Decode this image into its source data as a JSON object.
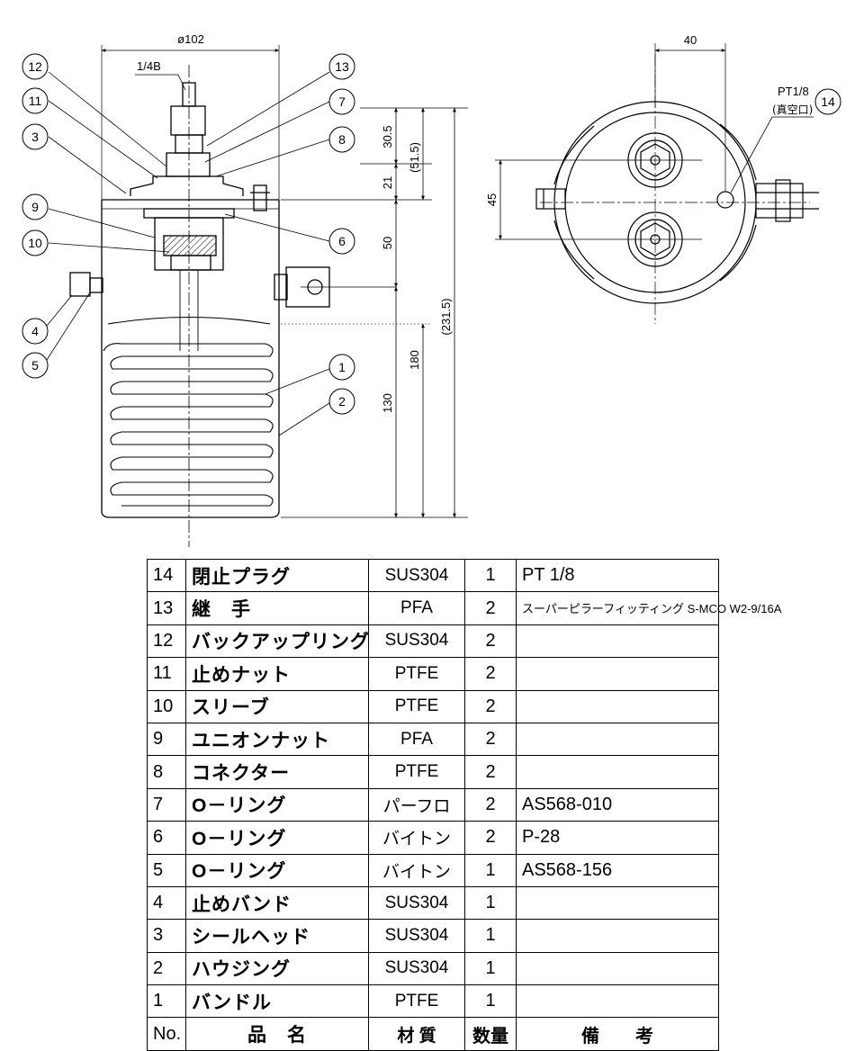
{
  "front_view": {
    "dim_width": "ø102",
    "dim_port": "1/4B",
    "dim_30_5": "30.5",
    "dim_21": "21",
    "dim_51_5": "(51.5)",
    "dim_50": "50",
    "dim_180": "180",
    "dim_130": "130",
    "dim_231_5": "(231.5)",
    "balloons": [
      "12",
      "11",
      "3",
      "9",
      "10",
      "4",
      "5",
      "13",
      "7",
      "8",
      "6",
      "1",
      "2"
    ]
  },
  "top_view": {
    "dim_40": "40",
    "dim_45": "45",
    "port_label": "PT1/8",
    "port_label2": "(真空口)",
    "balloon": "14"
  },
  "parts_table": {
    "header": {
      "no": "No.",
      "name": "品　名",
      "material": "材 質",
      "qty": "数量",
      "remarks": "備　　考"
    },
    "rows": [
      {
        "no": "14",
        "name": "閉止プラグ",
        "material": "SUS304",
        "qty": "1",
        "remarks": "PT 1/8"
      },
      {
        "no": "13",
        "name": "継　手",
        "material": "PFA",
        "qty": "2",
        "remarks": "スーパーピラーフィッティング S-MCO W2-9/16A"
      },
      {
        "no": "12",
        "name": "バックアップリング",
        "material": "SUS304",
        "qty": "2",
        "remarks": ""
      },
      {
        "no": "11",
        "name": "止めナット",
        "material": "PTFE",
        "qty": "2",
        "remarks": ""
      },
      {
        "no": "10",
        "name": "スリーブ",
        "material": "PTFE",
        "qty": "2",
        "remarks": ""
      },
      {
        "no": "9",
        "name": "ユニオンナット",
        "material": "PFA",
        "qty": "2",
        "remarks": ""
      },
      {
        "no": "8",
        "name": "コネクター",
        "material": "PTFE",
        "qty": "2",
        "remarks": ""
      },
      {
        "no": "7",
        "name": "O－リング",
        "material": "パーフロ",
        "qty": "2",
        "remarks": "AS568-010"
      },
      {
        "no": "6",
        "name": "O－リング",
        "material": "バイトン",
        "qty": "2",
        "remarks": "P-28"
      },
      {
        "no": "5",
        "name": "O－リング",
        "material": "バイトン",
        "qty": "1",
        "remarks": "AS568-156"
      },
      {
        "no": "4",
        "name": "止めバンド",
        "material": "SUS304",
        "qty": "1",
        "remarks": ""
      },
      {
        "no": "3",
        "name": "シールヘッド",
        "material": "SUS304",
        "qty": "1",
        "remarks": ""
      },
      {
        "no": "2",
        "name": "ハウジング",
        "material": "SUS304",
        "qty": "1",
        "remarks": ""
      },
      {
        "no": "1",
        "name": "バンドル",
        "material": "PTFE",
        "qty": "1",
        "remarks": ""
      }
    ]
  }
}
